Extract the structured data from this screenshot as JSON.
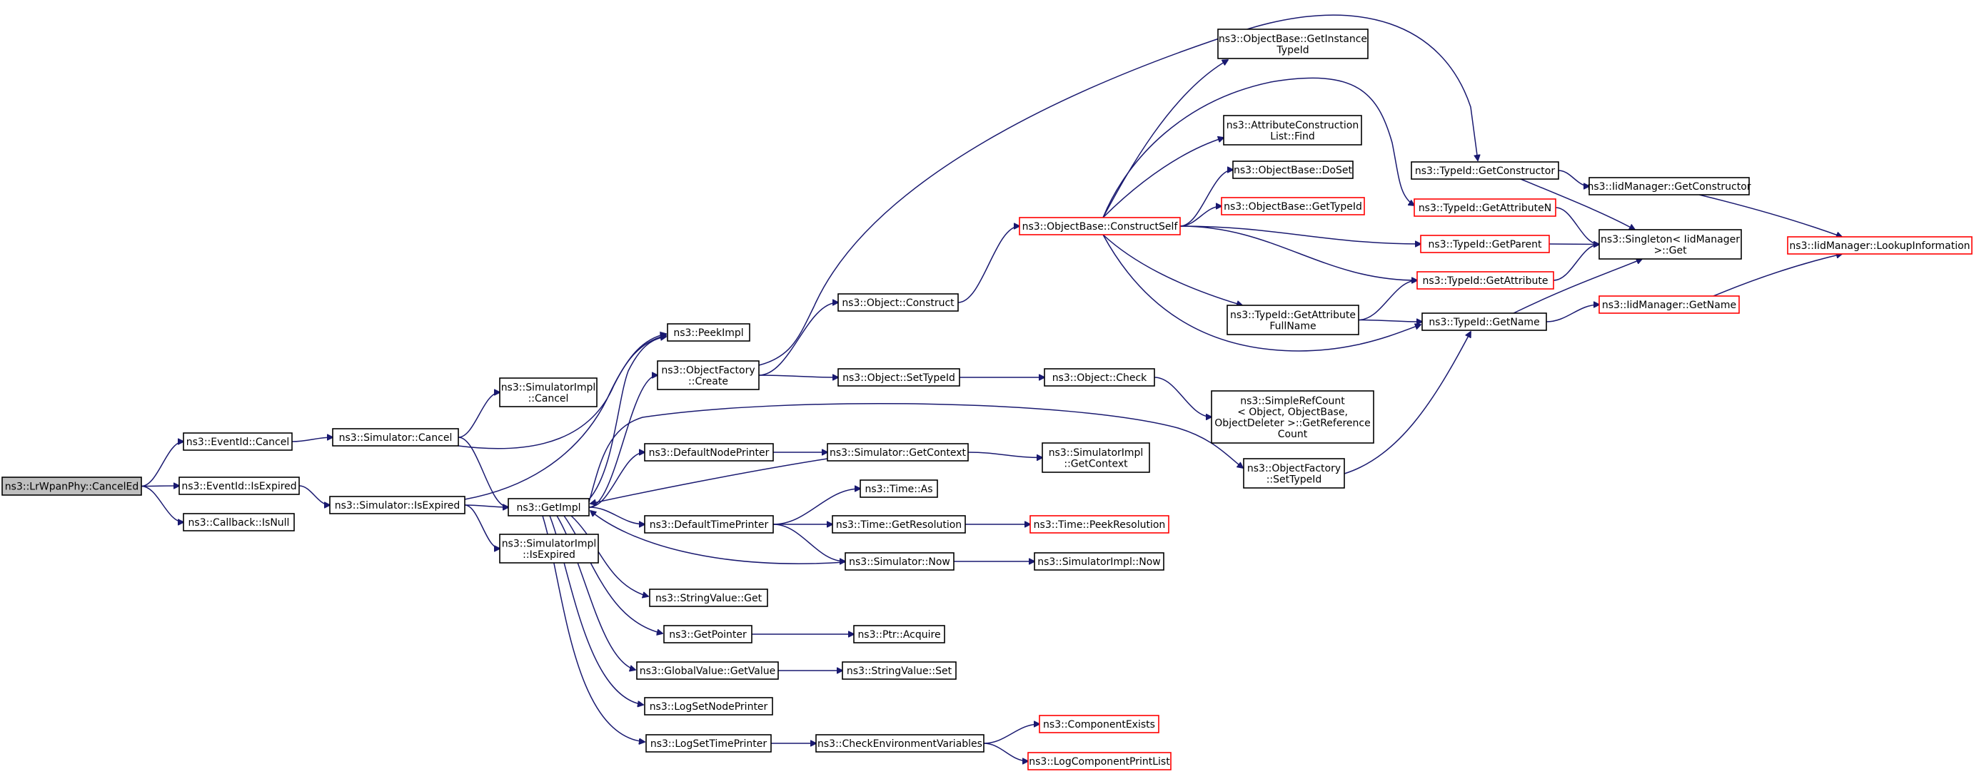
{
  "colors": {
    "edge": "#191970",
    "node_border": "#000000",
    "node_border_truncated": "#ff0000",
    "root_fill": "#bfbfbf",
    "node_fill": "#ffffff"
  },
  "graph": {
    "nodes": [
      {
        "id": "root",
        "lines": [
          "ns3::LrWpanPhy::CancelEd"
        ],
        "kind": "root"
      },
      {
        "id": "evCancel",
        "lines": [
          "ns3::EventId::Cancel"
        ]
      },
      {
        "id": "evIsExpired",
        "lines": [
          "ns3::EventId::IsExpired"
        ]
      },
      {
        "id": "cbIsNull",
        "lines": [
          "ns3::Callback::IsNull"
        ]
      },
      {
        "id": "simCancel",
        "lines": [
          "ns3::Simulator::Cancel"
        ]
      },
      {
        "id": "simIsExpired",
        "lines": [
          "ns3::Simulator::IsExpired"
        ]
      },
      {
        "id": "simImplCancel",
        "lines": [
          "ns3::SimulatorImpl",
          "::Cancel"
        ]
      },
      {
        "id": "getImpl",
        "lines": [
          "ns3::GetImpl"
        ]
      },
      {
        "id": "simImplIsExpired",
        "lines": [
          "ns3::SimulatorImpl",
          "::IsExpired"
        ]
      },
      {
        "id": "peekImpl",
        "lines": [
          "ns3::PeekImpl"
        ]
      },
      {
        "id": "ofCreate",
        "lines": [
          "ns3::ObjectFactory",
          "::Create"
        ]
      },
      {
        "id": "defNodePrinter",
        "lines": [
          "ns3::DefaultNodePrinter"
        ]
      },
      {
        "id": "defTimePrinter",
        "lines": [
          "ns3::DefaultTimePrinter"
        ]
      },
      {
        "id": "svGet",
        "lines": [
          "ns3::StringValue::Get"
        ]
      },
      {
        "id": "getPointer",
        "lines": [
          "ns3::GetPointer"
        ]
      },
      {
        "id": "gvGetValue",
        "lines": [
          "ns3::GlobalValue::GetValue"
        ]
      },
      {
        "id": "logSetNode",
        "lines": [
          "ns3::LogSetNodePrinter"
        ]
      },
      {
        "id": "logSetTime",
        "lines": [
          "ns3::LogSetTimePrinter"
        ]
      },
      {
        "id": "objConstruct",
        "lines": [
          "ns3::Object::Construct"
        ]
      },
      {
        "id": "objSetTypeId",
        "lines": [
          "ns3::Object::SetTypeId"
        ]
      },
      {
        "id": "simGetContext",
        "lines": [
          "ns3::Simulator::GetContext"
        ]
      },
      {
        "id": "timeAs",
        "lines": [
          "ns3::Time::As"
        ]
      },
      {
        "id": "timeGetRes",
        "lines": [
          "ns3::Time::GetResolution"
        ]
      },
      {
        "id": "simNow",
        "lines": [
          "ns3::Simulator::Now"
        ]
      },
      {
        "id": "ptrAcquire",
        "lines": [
          "ns3::Ptr::Acquire"
        ]
      },
      {
        "id": "svSet",
        "lines": [
          "ns3::StringValue::Set"
        ]
      },
      {
        "id": "checkEnv",
        "lines": [
          "ns3::CheckEnvironmentVariables"
        ]
      },
      {
        "id": "obConstructSelf",
        "lines": [
          "ns3::ObjectBase::ConstructSelf"
        ],
        "kind": "truncated"
      },
      {
        "id": "objCheck",
        "lines": [
          "ns3::Object::Check"
        ]
      },
      {
        "id": "simImplGetContext",
        "lines": [
          "ns3::SimulatorImpl",
          "::GetContext"
        ]
      },
      {
        "id": "ofSetTypeId",
        "lines": [
          "ns3::ObjectFactory",
          "::SetTypeId"
        ]
      },
      {
        "id": "timePeekRes",
        "lines": [
          "ns3::Time::PeekResolution"
        ],
        "kind": "truncated"
      },
      {
        "id": "simImplNow",
        "lines": [
          "ns3::SimulatorImpl::Now"
        ]
      },
      {
        "id": "compExists",
        "lines": [
          "ns3::ComponentExists"
        ],
        "kind": "truncated"
      },
      {
        "id": "logCompPrint",
        "lines": [
          "ns3::LogComponentPrintList"
        ],
        "kind": "truncated"
      },
      {
        "id": "obGetInstTid",
        "lines": [
          "ns3::ObjectBase::GetInstance",
          "TypeId"
        ]
      },
      {
        "id": "attrConstFind",
        "lines": [
          "ns3::AttributeConstruction",
          "List::Find"
        ]
      },
      {
        "id": "obDoSet",
        "lines": [
          "ns3::ObjectBase::DoSet"
        ]
      },
      {
        "id": "obGetTypeId",
        "lines": [
          "ns3::ObjectBase::GetTypeId"
        ],
        "kind": "truncated"
      },
      {
        "id": "tidGetAttrFull",
        "lines": [
          "ns3::TypeId::GetAttribute",
          "FullName"
        ]
      },
      {
        "id": "simpleRefCount",
        "lines": [
          "ns3::SimpleRefCount",
          "< Object, ObjectBase,",
          "ObjectDeleter >::GetReference",
          "Count"
        ]
      },
      {
        "id": "tidGetCtor",
        "lines": [
          "ns3::TypeId::GetConstructor"
        ]
      },
      {
        "id": "tidGetAttrN",
        "lines": [
          "ns3::TypeId::GetAttributeN"
        ],
        "kind": "truncated"
      },
      {
        "id": "tidGetParent",
        "lines": [
          "ns3::TypeId::GetParent"
        ],
        "kind": "truncated"
      },
      {
        "id": "tidGetAttr",
        "lines": [
          "ns3::TypeId::GetAttribute"
        ],
        "kind": "truncated"
      },
      {
        "id": "tidGetName",
        "lines": [
          "ns3::TypeId::GetName"
        ]
      },
      {
        "id": "iidGetCtor",
        "lines": [
          "ns3::IidManager::GetConstructor"
        ]
      },
      {
        "id": "singletonGet",
        "lines": [
          "ns3::Singleton< IidManager",
          " >::Get"
        ]
      },
      {
        "id": "iidGetName",
        "lines": [
          "ns3::IidManager::GetName"
        ],
        "kind": "truncated"
      },
      {
        "id": "iidLookup",
        "lines": [
          "ns3::IidManager::LookupInformation"
        ],
        "kind": "truncated"
      }
    ],
    "edges": [
      [
        "root",
        "evCancel"
      ],
      [
        "root",
        "evIsExpired"
      ],
      [
        "root",
        "cbIsNull"
      ],
      [
        "evCancel",
        "simCancel"
      ],
      [
        "evIsExpired",
        "simIsExpired"
      ],
      [
        "simCancel",
        "simImplCancel"
      ],
      [
        "simCancel",
        "getImpl"
      ],
      [
        "simCancel",
        "peekImpl"
      ],
      [
        "simIsExpired",
        "getImpl"
      ],
      [
        "simIsExpired",
        "simImplIsExpired"
      ],
      [
        "simIsExpired",
        "peekImpl"
      ],
      [
        "getImpl",
        "peekImpl"
      ],
      [
        "getImpl",
        "ofCreate"
      ],
      [
        "getImpl",
        "defNodePrinter"
      ],
      [
        "getImpl",
        "defTimePrinter"
      ],
      [
        "getImpl",
        "svGet"
      ],
      [
        "getImpl",
        "getPointer"
      ],
      [
        "getImpl",
        "gvGetValue"
      ],
      [
        "getImpl",
        "logSetNode"
      ],
      [
        "getImpl",
        "logSetTime"
      ],
      [
        "getImpl",
        "ofSetTypeId"
      ],
      [
        "ofCreate",
        "objConstruct"
      ],
      [
        "ofCreate",
        "objSetTypeId"
      ],
      [
        "ofCreate",
        "tidGetCtor"
      ],
      [
        "defNodePrinter",
        "simGetContext"
      ],
      [
        "simGetContext",
        "getImpl"
      ],
      [
        "simGetContext",
        "simImplGetContext"
      ],
      [
        "defTimePrinter",
        "timeAs"
      ],
      [
        "defTimePrinter",
        "timeGetRes"
      ],
      [
        "defTimePrinter",
        "simNow"
      ],
      [
        "simNow",
        "getImpl"
      ],
      [
        "simNow",
        "simImplNow"
      ],
      [
        "timeGetRes",
        "timePeekRes"
      ],
      [
        "getPointer",
        "ptrAcquire"
      ],
      [
        "gvGetValue",
        "svSet"
      ],
      [
        "logSetTime",
        "checkEnv"
      ],
      [
        "checkEnv",
        "compExists"
      ],
      [
        "checkEnv",
        "logCompPrint"
      ],
      [
        "objConstruct",
        "obConstructSelf"
      ],
      [
        "objSetTypeId",
        "objCheck"
      ],
      [
        "objCheck",
        "simpleRefCount"
      ],
      [
        "obConstructSelf",
        "obGetInstTid"
      ],
      [
        "obConstructSelf",
        "attrConstFind"
      ],
      [
        "obConstructSelf",
        "obDoSet"
      ],
      [
        "obConstructSelf",
        "obGetTypeId"
      ],
      [
        "obConstructSelf",
        "tidGetAttrN"
      ],
      [
        "obConstructSelf",
        "tidGetParent"
      ],
      [
        "obConstructSelf",
        "tidGetAttr"
      ],
      [
        "obConstructSelf",
        "tidGetAttrFull"
      ],
      [
        "obConstructSelf",
        "tidGetName"
      ],
      [
        "tidGetAttrFull",
        "tidGetAttr"
      ],
      [
        "tidGetAttrFull",
        "tidGetName"
      ],
      [
        "ofSetTypeId",
        "tidGetName"
      ],
      [
        "tidGetCtor",
        "iidGetCtor"
      ],
      [
        "tidGetCtor",
        "singletonGet"
      ],
      [
        "tidGetAttrN",
        "singletonGet"
      ],
      [
        "tidGetParent",
        "singletonGet"
      ],
      [
        "tidGetAttr",
        "singletonGet"
      ],
      [
        "tidGetName",
        "singletonGet"
      ],
      [
        "tidGetName",
        "iidGetName"
      ],
      [
        "iidGetCtor",
        "iidLookup"
      ],
      [
        "iidGetName",
        "iidLookup"
      ]
    ]
  }
}
